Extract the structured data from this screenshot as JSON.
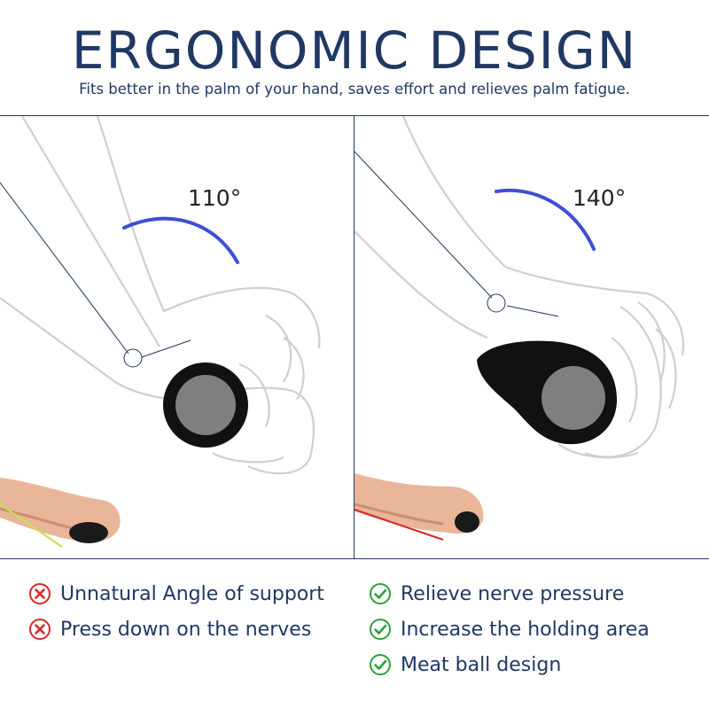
{
  "title": "ERGONOMIC DESIGN",
  "subtitle": "Fits better in the palm of your hand, saves effort and relieves palm fatigue.",
  "left_panel": {
    "angle": "110°",
    "icon": "cross-circle-icon",
    "items": [
      {
        "text": "Unnatural Angle of support"
      },
      {
        "text": "Press down on the nerves"
      }
    ]
  },
  "right_panel": {
    "angle": "140°",
    "icon": "check-circle-icon",
    "items": [
      {
        "text": "Relieve nerve pressure"
      },
      {
        "text": "Increase the holding area"
      },
      {
        "text": "Meat ball design"
      }
    ]
  },
  "colors": {
    "title": "#1f3864",
    "cross": "#d62828",
    "check": "#2e9e3a",
    "arc": "#2a3bd1"
  }
}
